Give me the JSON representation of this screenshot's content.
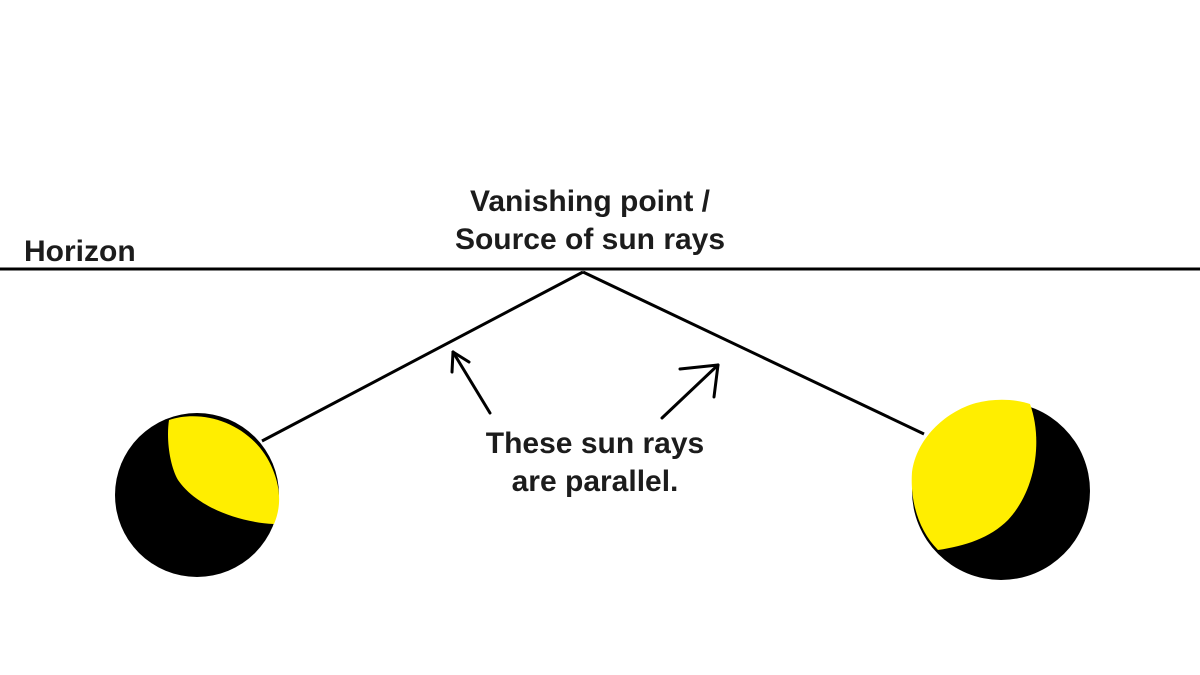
{
  "labels": {
    "horizon": "Horizon",
    "vanishing_line1": "Vanishing point /",
    "vanishing_line2": "Source of sun rays",
    "parallel_line1": "These sun rays",
    "parallel_line2": "are parallel."
  },
  "colors": {
    "background": "#ffffff",
    "line": "#000000",
    "moon_dark": "#000000",
    "moon_lit": "#ffee00"
  }
}
